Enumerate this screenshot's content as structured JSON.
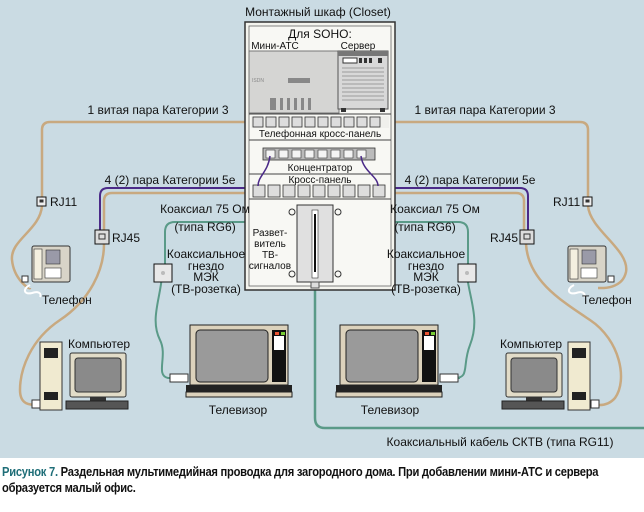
{
  "closet": {
    "title": "Монтажный шкаф (Closet)",
    "soho_label": "Для SOHO:",
    "pbx_label": "Мини-АТС",
    "server_label": "Сервер",
    "isdn_label": "ISDN",
    "phone_panel_label": "Телефонная кросс-панель",
    "hub_label": "Концентратор",
    "patch_panel_label": "Кросс-панель",
    "splitter_label_lines": [
      "Развет-",
      "витель",
      "ТВ-",
      "сигналов"
    ]
  },
  "cables": {
    "cat3_left": "1 витая пара Категории 3",
    "cat3_right": "1 витая пара Категории 3",
    "cat5e_left": "4 (2) пара Категории 5e",
    "cat5e_right": "4 (2) пара Категории 5e",
    "coax_left_line1": "Коаксиал 75 Ом",
    "coax_left_line2": "(типа RG6)",
    "coax_right_line1": "Коаксиал 75 Ом",
    "coax_right_line2": "(типа RG6)",
    "catv": "Коаксиальный кабель СКТВ (типа RG11)"
  },
  "outlets": {
    "rj11_left": "RJ11",
    "rj11_right": "RJ11",
    "rj45_left": "RJ45",
    "rj45_right": "RJ45",
    "tv_socket_left": [
      "Коаксиальное",
      "гнездо",
      "МЭК",
      "(ТВ-розетка)"
    ],
    "tv_socket_right": [
      "Коаксиальное",
      "гнездо",
      "МЭК",
      "(ТВ-розетка)"
    ]
  },
  "devices": {
    "phone_left": "Телефон",
    "phone_right": "Телефон",
    "computer_left": "Компьютер",
    "computer_right": "Компьютер",
    "tv_left": "Телевизор",
    "tv_right": "Телевизор"
  },
  "colors": {
    "background": "#cadbe3",
    "cat3_cable": "#c8a980",
    "cat5e_cable": "#4b2a88",
    "coax_cable": "#5a9a88",
    "caption_accent": "#1f6e78"
  },
  "caption": {
    "figure": "Рисунок 7.",
    "text": "Раздельная мультимедийная проводка для загородного дома. При добавлении мини-АТС и сервера образуется малый офис."
  }
}
